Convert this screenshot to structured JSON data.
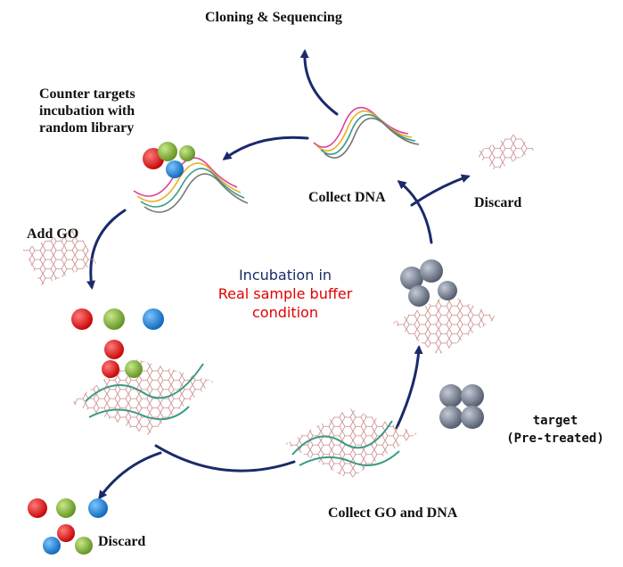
{
  "labels": {
    "cloning": "Cloning & Sequencing",
    "counter_line1": "Counter targets",
    "counter_line2": "incubation with",
    "counter_line3": "random library",
    "collect_dna": "Collect DNA",
    "discard_top": "Discard",
    "add_go": "Add GO",
    "incubation_line1": "Incubation in",
    "incubation_line2": "Real sample buffer",
    "incubation_line3": "condition",
    "target_line1": "target",
    "target_line2": "(Pre-treated)",
    "collect_go": "Collect GO and DNA",
    "discard_bottom": "Discard"
  },
  "colors": {
    "arrow": "#1b2a6b",
    "incubation_text": "#1b2a6b",
    "incubation_highlight": "#e00000",
    "go_sheet": "#c98a8a",
    "dna_teal": "#3a9a86",
    "target_gray": "#7e8798",
    "counter_red": "#e01818",
    "counter_green": "#8cbf3a",
    "counter_blue": "#1e8be0"
  }
}
